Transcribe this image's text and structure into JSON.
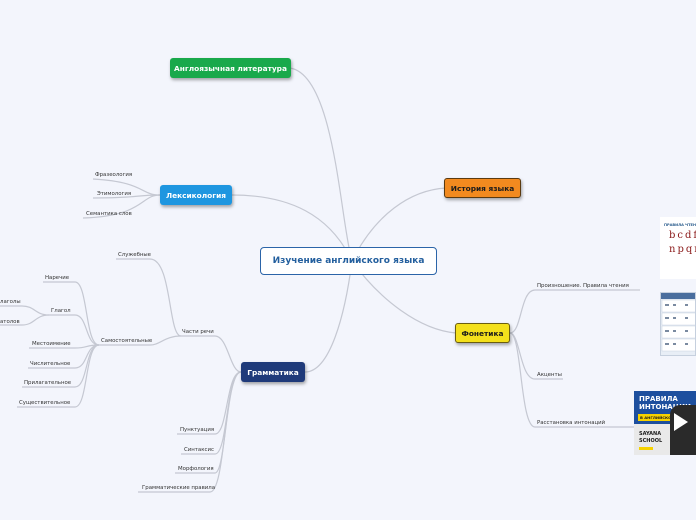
{
  "central": "Изучение английского языка",
  "colors": {
    "literature": "#19a94b",
    "history": "#f28a1f",
    "lexicology": "#1e96e0",
    "phonetics": "#f4e01b",
    "grammar": "#1f3a7a",
    "connector": "#c5c8d2"
  },
  "branches": {
    "literature": {
      "label": "Англоязычная литература"
    },
    "history": {
      "label": "История языка"
    },
    "lexicology": {
      "label": "Лексикология",
      "children": [
        "Фразеология",
        "Этимология",
        "Семантика слов"
      ]
    },
    "phonetics": {
      "label": "Фонетика",
      "children": [
        "Произношение. Правила чтения",
        "Акценты",
        "Расстановка интонаций"
      ]
    },
    "grammar": {
      "label": "Грамматика",
      "children": [
        "Части речи",
        "Пунктуация",
        "Синтаксис",
        "Морфология",
        "Грамматические правила"
      ],
      "parts_of_speech": [
        "Служебные",
        "Самостоятельные"
      ],
      "independent": [
        "Наречие",
        "Глагол",
        "Местоимение",
        "Числительное",
        "Прилагательное",
        "Существительное"
      ],
      "verb_children": [
        "лаголы",
        "атолов"
      ]
    }
  },
  "images": {
    "reading_rules": {
      "title": "ПРАВИЛА ЧТЕНИЯ",
      "letters_1": "bcdf",
      "letters_2": "npqr"
    },
    "intonation": {
      "title_1": "ПРАВИЛА",
      "title_2": "ИНТОНАЦИИ",
      "subtitle": "В АНГЛИЙСКОМ",
      "brand_1": "SAYANA",
      "brand_2": "SCHOOL"
    }
  }
}
